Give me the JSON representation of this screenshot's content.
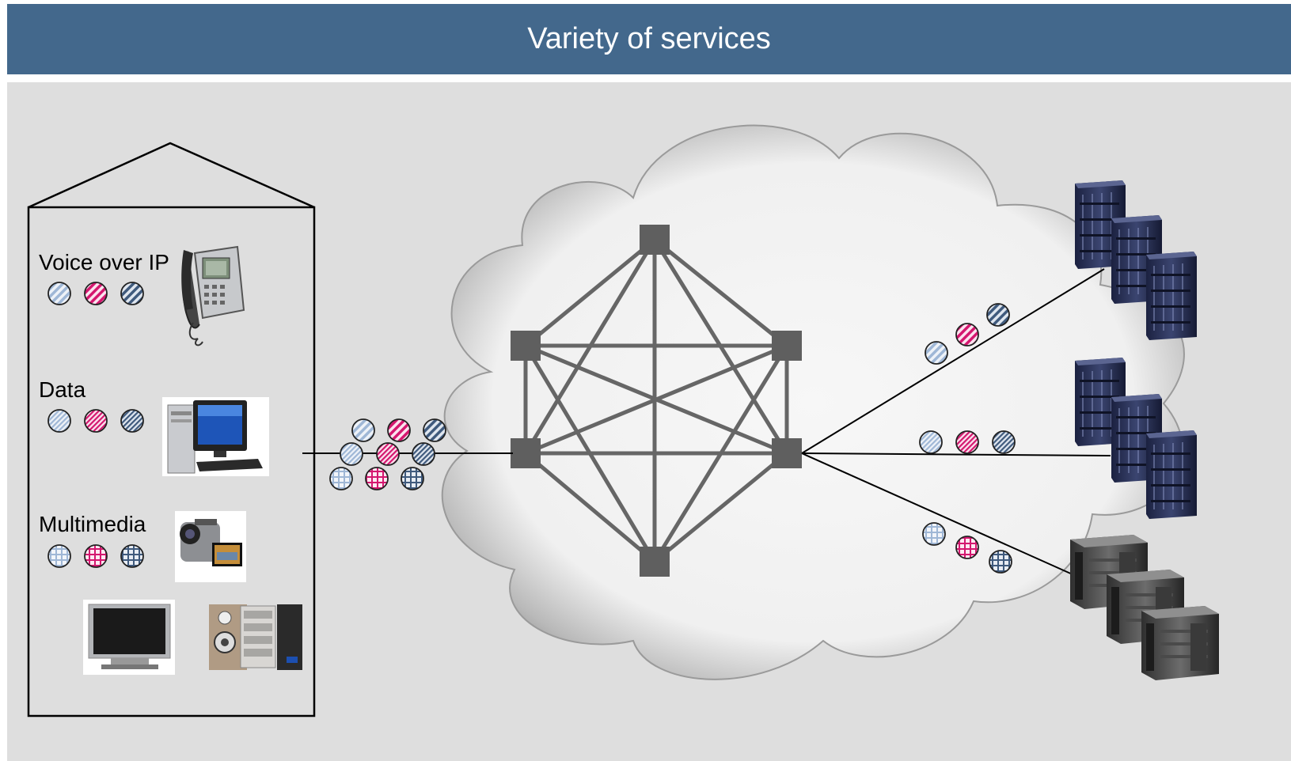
{
  "title": "Variety of services",
  "home": {
    "services": [
      {
        "label": "Voice over IP",
        "pattern": "diag"
      },
      {
        "label": "Data",
        "pattern": "diag-dense"
      },
      {
        "label": "Multimedia",
        "pattern": "grid"
      }
    ]
  },
  "colors": {
    "header_bg": "#43688c",
    "header_text": "#ffffff",
    "stage_bg": "#dedede",
    "node": "#5f5f5f",
    "packet_light": "#9fb7d6",
    "packet_pink": "#d4176f",
    "packet_dark": "#3f5a7d"
  },
  "icons": [
    "ip-phone-icon",
    "desktop-computer-icon",
    "camcorder-icon",
    "flat-tv-icon",
    "stereo-icon",
    "server-rack-icon",
    "gray-server-icon",
    "cloud-icon"
  ]
}
